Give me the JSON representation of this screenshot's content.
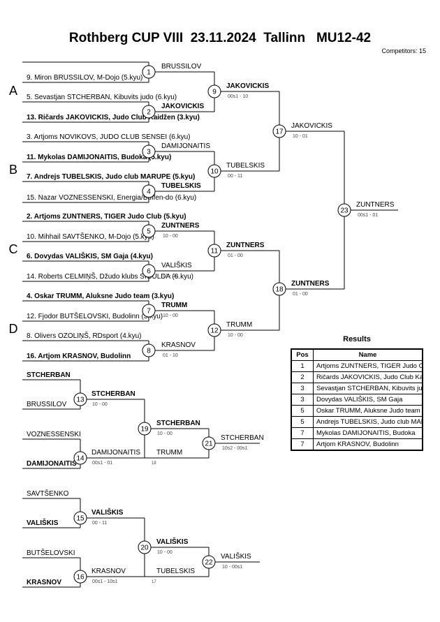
{
  "header": {
    "title": "Rothberg CUP VIII  23.11.2024  Tallinn   MU12-42",
    "competitors": "Competitors: 15"
  },
  "pools": [
    "A",
    "B",
    "C",
    "D"
  ],
  "entries": [
    "9. Miron BRUSSILOV, M-Dojo (5.kyu)",
    "5. Sevastjan STCHERBAN, Kibuvits judo (6.kyu)",
    "13. Ričards JAKOVICKIS, Judo Club Kaidžen (3.kyu)",
    "3. Artjoms NOVIKOVS, JUDO CLUB SENSEI (6.kyu)",
    "11. Mykolas DAMIJONAITIS, Budoka (5.kyu)",
    "7. Andrejs TUBELSKIS, Judo club MARUPE (5.kyu)",
    "15. Nazar VOZNESSENSKI, Energia/Buffen-do (6.kyu)",
    "2. Artjoms ZUNTNERS, TIGER Judo Club (5.kyu)",
    "10. Mihhail SAVTŠENKO, M-Dojo (5.kyu)",
    "6. Dovydas VALIŠKIS, SM Gaja (4.kyu)",
    "14. Roberts CELMIŅŠ, Džudo klubs SIGULDA (6.kyu)",
    "4. Oskar TRUMM, Aluksne Judo team (3.kyu)",
    "12. Fjodor BUTŠELOVSKI, Budolinn (5.kyu)",
    "8. Olivers OZOLIŅŠ, RDsport (4.kyu)",
    "16. Artjom KRASNOV, Budolinn"
  ],
  "matches": [
    {
      "num": "1",
      "winner": "BRUSSILOV",
      "score": ""
    },
    {
      "num": "2",
      "winner": "JAKOVICKIS",
      "score": ""
    },
    {
      "num": "3",
      "winner": "DAMIJONAITIS",
      "score": ""
    },
    {
      "num": "4",
      "winner": "TUBELSKIS",
      "score": ""
    },
    {
      "num": "5",
      "winner": "ZUNTNERS",
      "score": "10 - 00"
    },
    {
      "num": "6",
      "winner": "VALIŠKIS",
      "score": "01 - 00"
    },
    {
      "num": "7",
      "winner": "TRUMM",
      "score": "10 - 00"
    },
    {
      "num": "8",
      "winner": "KRASNOV",
      "score": "01 - 10"
    },
    {
      "num": "9",
      "winner": "JAKOVICKIS",
      "score": "00s1 - 10"
    },
    {
      "num": "10",
      "winner": "TUBELSKIS",
      "score": "00 - 11"
    },
    {
      "num": "11",
      "winner": "ZUNTNERS",
      "score": "01 - 00"
    },
    {
      "num": "12",
      "winner": "TRUMM",
      "score": "10 - 00"
    },
    {
      "num": "17",
      "winner": "JAKOVICKIS",
      "score": "10 - 01"
    },
    {
      "num": "18",
      "winner": "ZUNTNERS",
      "score": "01 - 00"
    },
    {
      "num": "23",
      "winner": "ZUNTNERS",
      "score": "00s1 - 01"
    }
  ],
  "repechage": {
    "names": [
      "STCHERBAN",
      "BRUSSILOV",
      "VOZNESSENSKI",
      "DAMIJONAITIS",
      "SAVTŠENKO",
      "VALIŠKIS",
      "BUTŠELOVSKI",
      "KRASNOV",
      "TRUMM",
      "TUBELSKIS"
    ],
    "matches": [
      {
        "num": "13",
        "winner": "STCHERBAN",
        "score": "10 - 00"
      },
      {
        "num": "14",
        "winner": "DAMIJONAITIS",
        "score": "00s1 - 01"
      },
      {
        "num": "19",
        "winner": "STCHERBAN",
        "score": "10 - 00"
      },
      {
        "num": "21",
        "winner": "STCHERBAN",
        "score": "10s2 - 00s1"
      },
      {
        "num": "15",
        "winner": "VALIŠKIS",
        "score": "00 - 11"
      },
      {
        "num": "16",
        "winner": "KRASNOV",
        "score": "00s1 - 10s1"
      },
      {
        "num": "20",
        "winner": "VALIŠKIS",
        "score": "10 - 00"
      },
      {
        "num": "22",
        "winner": "VALIŠKIS",
        "score": "10 - 00s1"
      }
    ],
    "from_notes": [
      "18",
      "17"
    ]
  },
  "results": {
    "title": "Results",
    "headers": [
      "Pos",
      "Name"
    ],
    "rows": [
      {
        "pos": "1",
        "name": "Artjoms ZUNTNERS, TIGER Judo Club"
      },
      {
        "pos": "2",
        "name": "Ričards JAKOVICKIS, Judo Club Kaidžen"
      },
      {
        "pos": "3",
        "name": "Sevastjan STCHERBAN, Kibuvits judo"
      },
      {
        "pos": "3",
        "name": "Dovydas VALIŠKIS, SM Gaja"
      },
      {
        "pos": "5",
        "name": "Oskar TRUMM, Aluksne Judo team"
      },
      {
        "pos": "5",
        "name": "Andrejs TUBELSKIS, Judo club MARUPE"
      },
      {
        "pos": "7",
        "name": "Mykolas DAMIJONAITIS, Budoka"
      },
      {
        "pos": "7",
        "name": "Artjom KRASNOV, Budolinn"
      }
    ]
  }
}
